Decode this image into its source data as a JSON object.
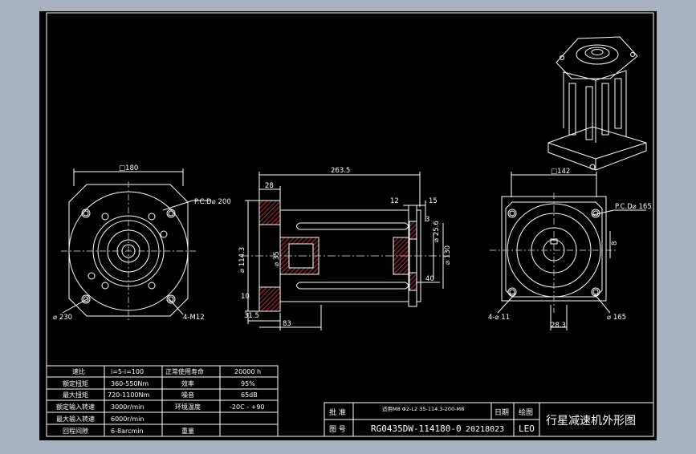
{
  "colors": {
    "window_bg": "#a7b2c0",
    "canvas": "#000000",
    "lines": "#ffffff",
    "hatch": "#ff3a3a",
    "center_lines": "#b0b0b0"
  },
  "dimensions": {
    "left_square": "□180",
    "left_pcd": "P.C.D⌀ 200",
    "left_outer_dia": "⌀ 230",
    "left_holes": "4-M12",
    "total_length": "263.5",
    "flange_thick": "28",
    "dim_12": "12",
    "dim_15": "15",
    "dim_3": "3",
    "dim_114_3": "⌀ 114.3",
    "dim_35": "⌀ 35",
    "dim_25": "⌀ 25.6",
    "dim_130": "⌀ 130",
    "dim_10": "10",
    "dim_31_5": "31.5",
    "dim_83": "83",
    "dim_40": "40",
    "right_square": "□142",
    "right_pcd": "P.C.D⌀ 165",
    "right_holes": "4-⌀ 11",
    "right_dia": "⌀ 165",
    "right_key": "28.3",
    "right_8": "8"
  },
  "spec_table": {
    "rows": [
      {
        "l1": "速比",
        "v1": "i=5-i=100",
        "l2": "正常使用寿命",
        "v2": "20000 h"
      },
      {
        "l1": "额定扭矩",
        "v1": "360-550Nm",
        "l2": "效率",
        "v2": "95%"
      },
      {
        "l1": "最大扭矩",
        "v1": "720-1100Nm",
        "l2": "噪音",
        "v2": "65dB"
      },
      {
        "l1": "额定输入转速",
        "v1": "3000r/min",
        "l2": "环境温度",
        "v2": "-20C - +90"
      },
      {
        "l1": "最大输入转速",
        "v1": "6000r/min",
        "l2": "",
        "v2": ""
      },
      {
        "l1": "回程间隙",
        "v1": "6-8arcmin",
        "l2": "重量",
        "v2": ""
      }
    ]
  },
  "title_block": {
    "label_draw": "批 准",
    "std_note": "适用M8 Φ2-L2 35-114.3-200-M8",
    "label_date": "日期",
    "label_scale": "绘图",
    "label_no": "图 号",
    "drawing_no": "RG0435DW-114180-0",
    "date_value": "20218023",
    "author": "LEO",
    "title": "行星减速机外形图"
  }
}
